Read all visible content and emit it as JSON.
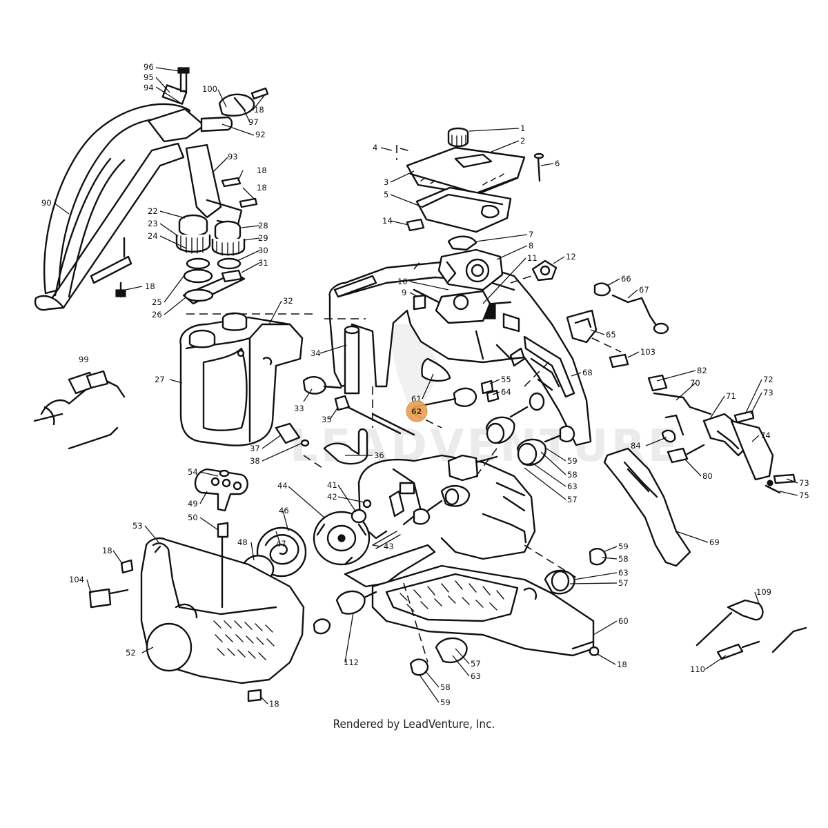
{
  "diagram": {
    "watermark": "LEADVENTURE",
    "highlighted_part": "62",
    "part_labels": [
      "96",
      "95",
      "94",
      "100",
      "18",
      "97",
      "92",
      "93",
      "18",
      "18",
      "90",
      "22",
      "23",
      "24",
      "28",
      "29",
      "30",
      "31",
      "25",
      "26",
      "18",
      "32",
      "4",
      "1",
      "2",
      "3",
      "6",
      "5",
      "14",
      "7",
      "8",
      "11",
      "12",
      "10",
      "9",
      "66",
      "67",
      "65",
      "103",
      "68",
      "34",
      "27",
      "33",
      "35",
      "61",
      "62",
      "55",
      "64",
      "37",
      "38",
      "36",
      "82",
      "70",
      "72",
      "73",
      "71",
      "74",
      "84",
      "80",
      "73",
      "75",
      "59",
      "58",
      "63",
      "57",
      "99",
      "54",
      "49",
      "50",
      "53",
      "18",
      "104",
      "52",
      "44",
      "46",
      "47",
      "48",
      "41",
      "42",
      "43",
      "69",
      "112",
      "59",
      "58",
      "63",
      "57",
      "60",
      "109",
      "110",
      "57",
      "63",
      "58",
      "59",
      "18",
      "18"
    ]
  },
  "footer": {
    "text": "Rendered by LeadVenture, Inc."
  }
}
